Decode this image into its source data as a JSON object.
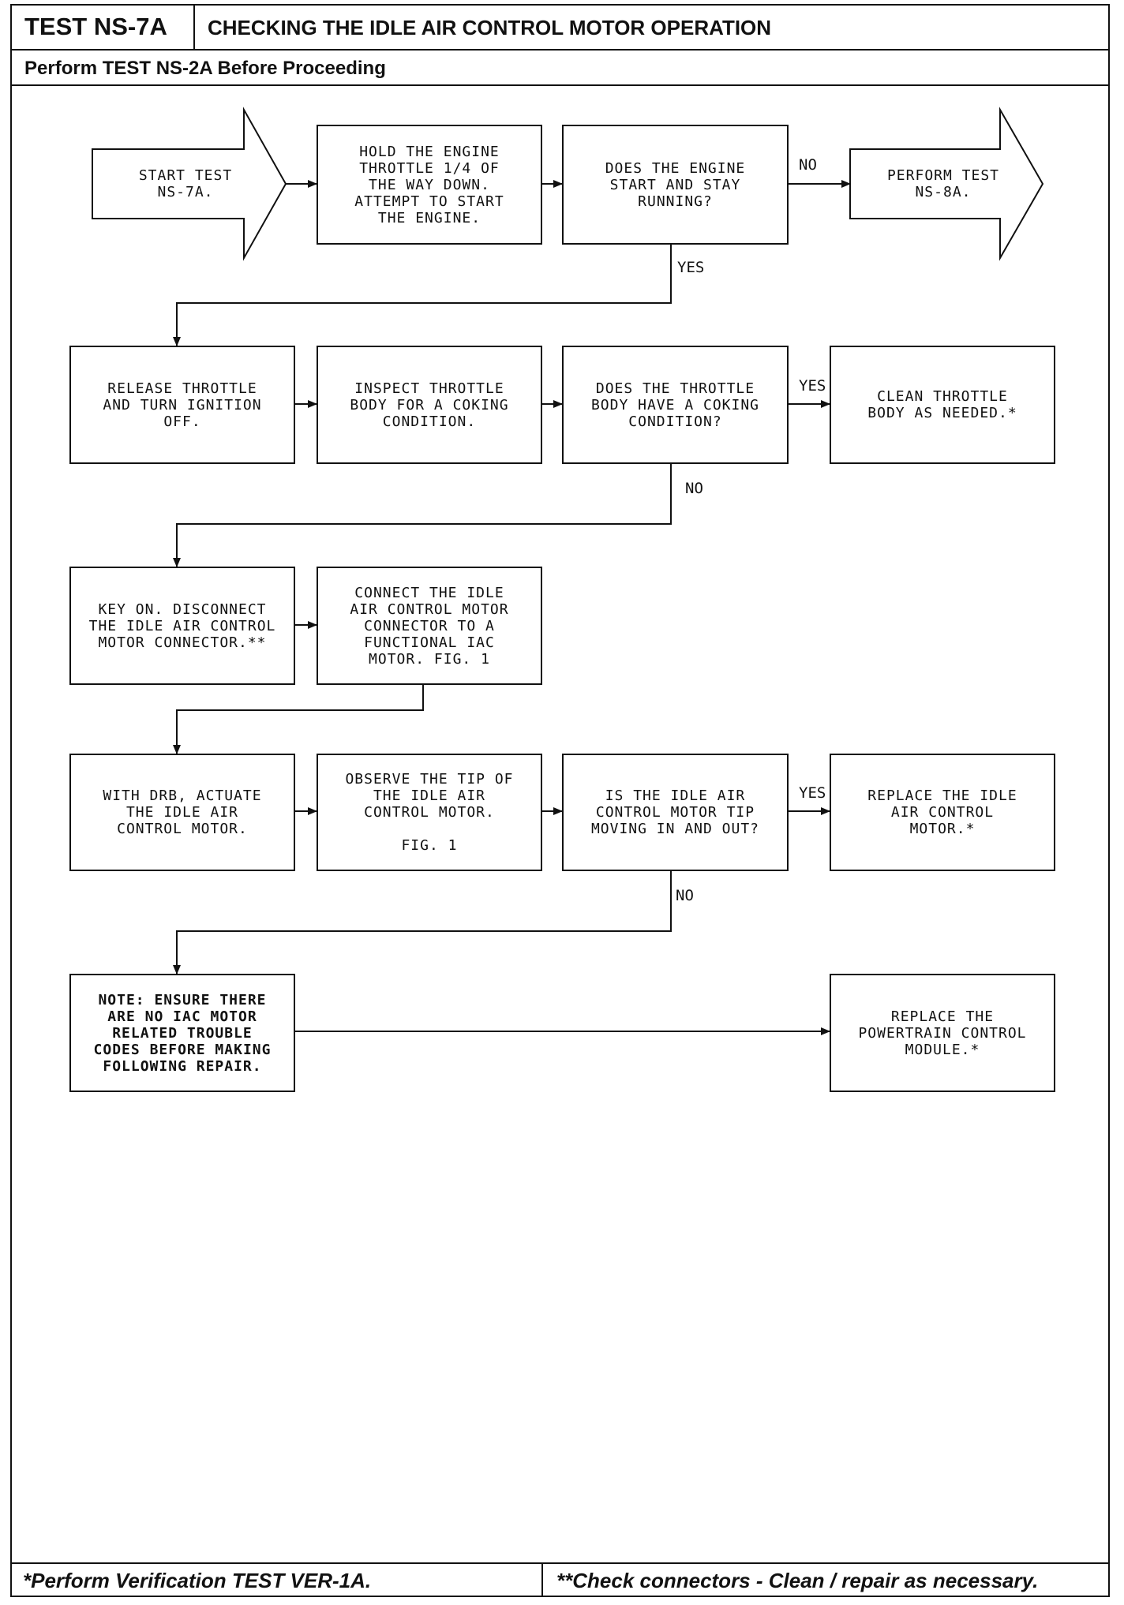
{
  "header": {
    "test_id": "TEST NS-7A",
    "title": "CHECKING THE IDLE AIR CONTROL MOTOR OPERATION",
    "prerequisite": "Perform TEST NS-2A Before Proceeding"
  },
  "flowchart": {
    "start": "START TEST\nNS-7A.",
    "hold_throttle": "HOLD THE ENGINE\nTHROTTLE 1/4 OF\nTHE WAY DOWN.\nATTEMPT TO START\nTHE ENGINE.",
    "engine_running_q": "DOES THE ENGINE\nSTART AND STAY\nRUNNING?",
    "perform_ns8a": "PERFORM TEST\nNS-8A.",
    "release_throttle": "RELEASE THROTTLE\nAND TURN IGNITION\nOFF.",
    "inspect_throttle": "INSPECT THROTTLE\nBODY FOR A COKING\nCONDITION.",
    "coking_q": "DOES THE THROTTLE\nBODY HAVE A COKING\nCONDITION?",
    "clean_throttle": "CLEAN THROTTLE\nBODY AS NEEDED.*",
    "key_on": "KEY ON. DISCONNECT\nTHE IDLE AIR CONTROL\nMOTOR CONNECTOR.**",
    "connect_iac": "CONNECT THE IDLE\nAIR CONTROL MOTOR\nCONNECTOR TO A\nFUNCTIONAL IAC\nMOTOR. FIG. 1",
    "actuate_iac": "WITH DRB, ACTUATE\nTHE IDLE AIR\nCONTROL MOTOR.",
    "observe_tip": "OBSERVE THE TIP OF\nTHE IDLE AIR\nCONTROL MOTOR.\n\nFIG. 1",
    "tip_moving_q": "IS THE IDLE AIR\nCONTROL MOTOR TIP\nMOVING IN AND OUT?",
    "replace_iac": "REPLACE THE IDLE\nAIR CONTROL\nMOTOR.*",
    "note": "NOTE: ENSURE THERE\nARE NO IAC MOTOR\nRELATED TROUBLE\nCODES BEFORE MAKING\nFOLLOWING REPAIR.",
    "replace_pcm": "REPLACE THE\nPOWERTRAIN CONTROL\nMODULE.*",
    "labels": {
      "no_1": "NO",
      "yes_1": "YES",
      "yes_2": "YES",
      "no_2": "NO",
      "yes_3": "YES",
      "no_3": "NO"
    }
  },
  "footer": {
    "left": "*Perform Verification TEST VER-1A.",
    "right": "**Check connectors - Clean / repair as necessary."
  }
}
